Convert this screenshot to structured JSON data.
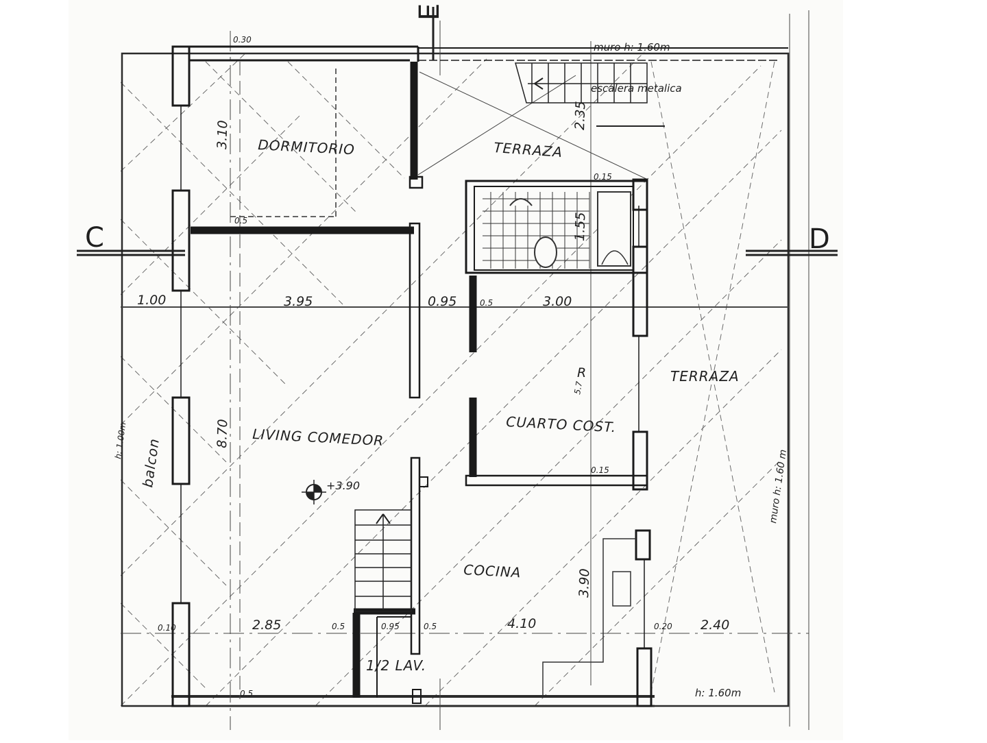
{
  "plan": {
    "section_markers": {
      "left": "C",
      "right": "D",
      "top": "E"
    },
    "rooms": {
      "dormitorio": "DORMITORIO",
      "terraza_top": "TERRAZA",
      "terraza_right": "TERRAZA",
      "living": "LIVING COMEDOR",
      "cuarto": "CUARTO COST.",
      "cocina": "COCINA",
      "lav": "1/2 LAV.",
      "balcon": "balcon"
    },
    "annotations": {
      "muro_top": "muro h: 1.60m",
      "escalera": "escalera metalica",
      "muro_right": "muro h: 1.60 m",
      "muro_bottom": "h: 1.60m",
      "h_left": "h: 1.00m",
      "level": "+3.90",
      "r": "R",
      "r_sub": "5.7"
    },
    "dimensions": {
      "d_030_top": "0.30",
      "d_100": "1.00",
      "d_395": "3.95",
      "d_095": "0.95",
      "d_05a": "0.5",
      "d_300": "3.00",
      "d_310": "3.10",
      "d_235": "2.35",
      "d_155": "1.55",
      "d_870": "8.70",
      "d_390": "3.90",
      "d_285": "2.85",
      "d_410": "4.10",
      "d_240": "2.40",
      "d_095b": "0.95",
      "d_05b": "0.5",
      "d_05c": "0.5",
      "d_05d": "0.5",
      "d_015a": "0.15",
      "d_015b": "0.15",
      "d_020": "0.20",
      "d_010": "0.10",
      "d_05e": "0.5"
    }
  }
}
